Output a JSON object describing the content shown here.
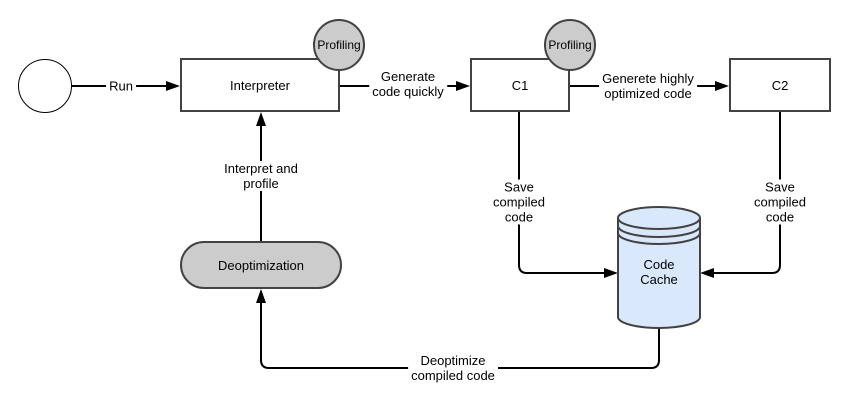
{
  "colors": {
    "background": "#ffffff",
    "node_fill": "#ffffff",
    "node_border": "#424242",
    "gray_fill": "#cccccc",
    "cylinder_fill": "#dae8fc",
    "line": "#000000",
    "text": "#000000"
  },
  "nodes": {
    "start": "",
    "interpreter": "Interpreter",
    "c1": "C1",
    "c2": "C2",
    "code_cache": "Code\nCache",
    "deoptimization": "Deoptimization",
    "profiling_interpreter": "Profiling",
    "profiling_c1": "Profiling"
  },
  "edges": {
    "run": "Run",
    "generate_code_quickly": "Generate\ncode quickly",
    "generate_optimized_code": "Generete highly\noptimized code",
    "save_compiled_code_c1": "Save\ncompiled\ncode",
    "save_compiled_code_c2": "Save\ncompiled\ncode",
    "interpret_and_profile": "Interpret and\nprofile",
    "deoptimize_compiled_code": "Deoptimize\ncompiled code"
  }
}
